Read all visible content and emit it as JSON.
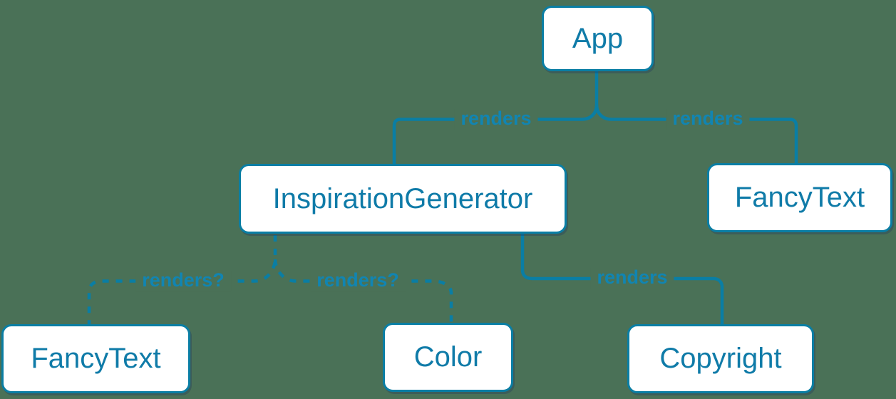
{
  "diagram": {
    "background_color": "#4A7157",
    "accent_color": "#0A7EA4",
    "edge_label_color": "#1185B2",
    "node_fill": "#FFFFFF",
    "type": "component-render-tree",
    "nodes": [
      {
        "id": "app",
        "label": "App"
      },
      {
        "id": "inspiration-generator",
        "label": "InspirationGenerator"
      },
      {
        "id": "fancy-text-top",
        "label": "FancyText"
      },
      {
        "id": "fancy-text-bottom",
        "label": "FancyText"
      },
      {
        "id": "color",
        "label": "Color"
      },
      {
        "id": "copyright",
        "label": "Copyright"
      }
    ],
    "edges": [
      {
        "from": "app",
        "to": "inspiration-generator",
        "label": "renders",
        "style": "solid"
      },
      {
        "from": "app",
        "to": "fancy-text-top",
        "label": "renders",
        "style": "solid"
      },
      {
        "from": "inspiration-generator",
        "to": "fancy-text-bottom",
        "label": "renders?",
        "style": "dashed"
      },
      {
        "from": "inspiration-generator",
        "to": "color",
        "label": "renders?",
        "style": "dashed"
      },
      {
        "from": "inspiration-generator",
        "to": "copyright",
        "label": "renders",
        "style": "solid"
      }
    ]
  }
}
